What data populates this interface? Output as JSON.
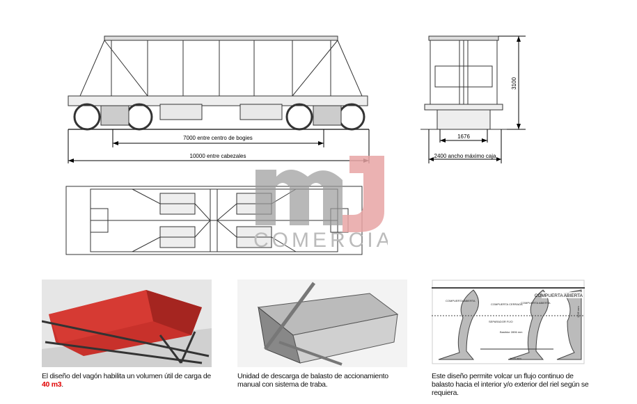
{
  "dimensions": {
    "bogie_centers": "7000 entre centro de bogies",
    "headstocks": "10000 entre cabezales",
    "track_gauge": "1676",
    "max_width": "2400 ancho máximo caja",
    "height": "3100"
  },
  "logo": {
    "mark": "mJ",
    "text": "COMERCIAL",
    "color": "#e8a4a4"
  },
  "diagram_labels": {
    "gate_open_1": "COMPUERTA ABIERTA",
    "gate_closed": "COMPUERTA CERRADA",
    "gate_open_2": "COMPUERTA ABIERTA",
    "gate_open_3": "COMPUERTA ABIERTA",
    "separator": "SEPARADOR FIJO",
    "frame": "Bastidor 2896 mm",
    "gauge": "1676 mm",
    "height": "1595 mm"
  },
  "captions": [
    {
      "text": "El diseño del vagón habilita un volumen útil de carga de ",
      "highlight": "40 m3",
      "end": "."
    },
    {
      "text": "Unidad de descarga de balasto de accionamiento manual con sistema de traba."
    },
    {
      "text": "Este diseño permite volcar un flujo continuo de balasto hacia el interior y/o exterior del riel según se requiera."
    }
  ]
}
